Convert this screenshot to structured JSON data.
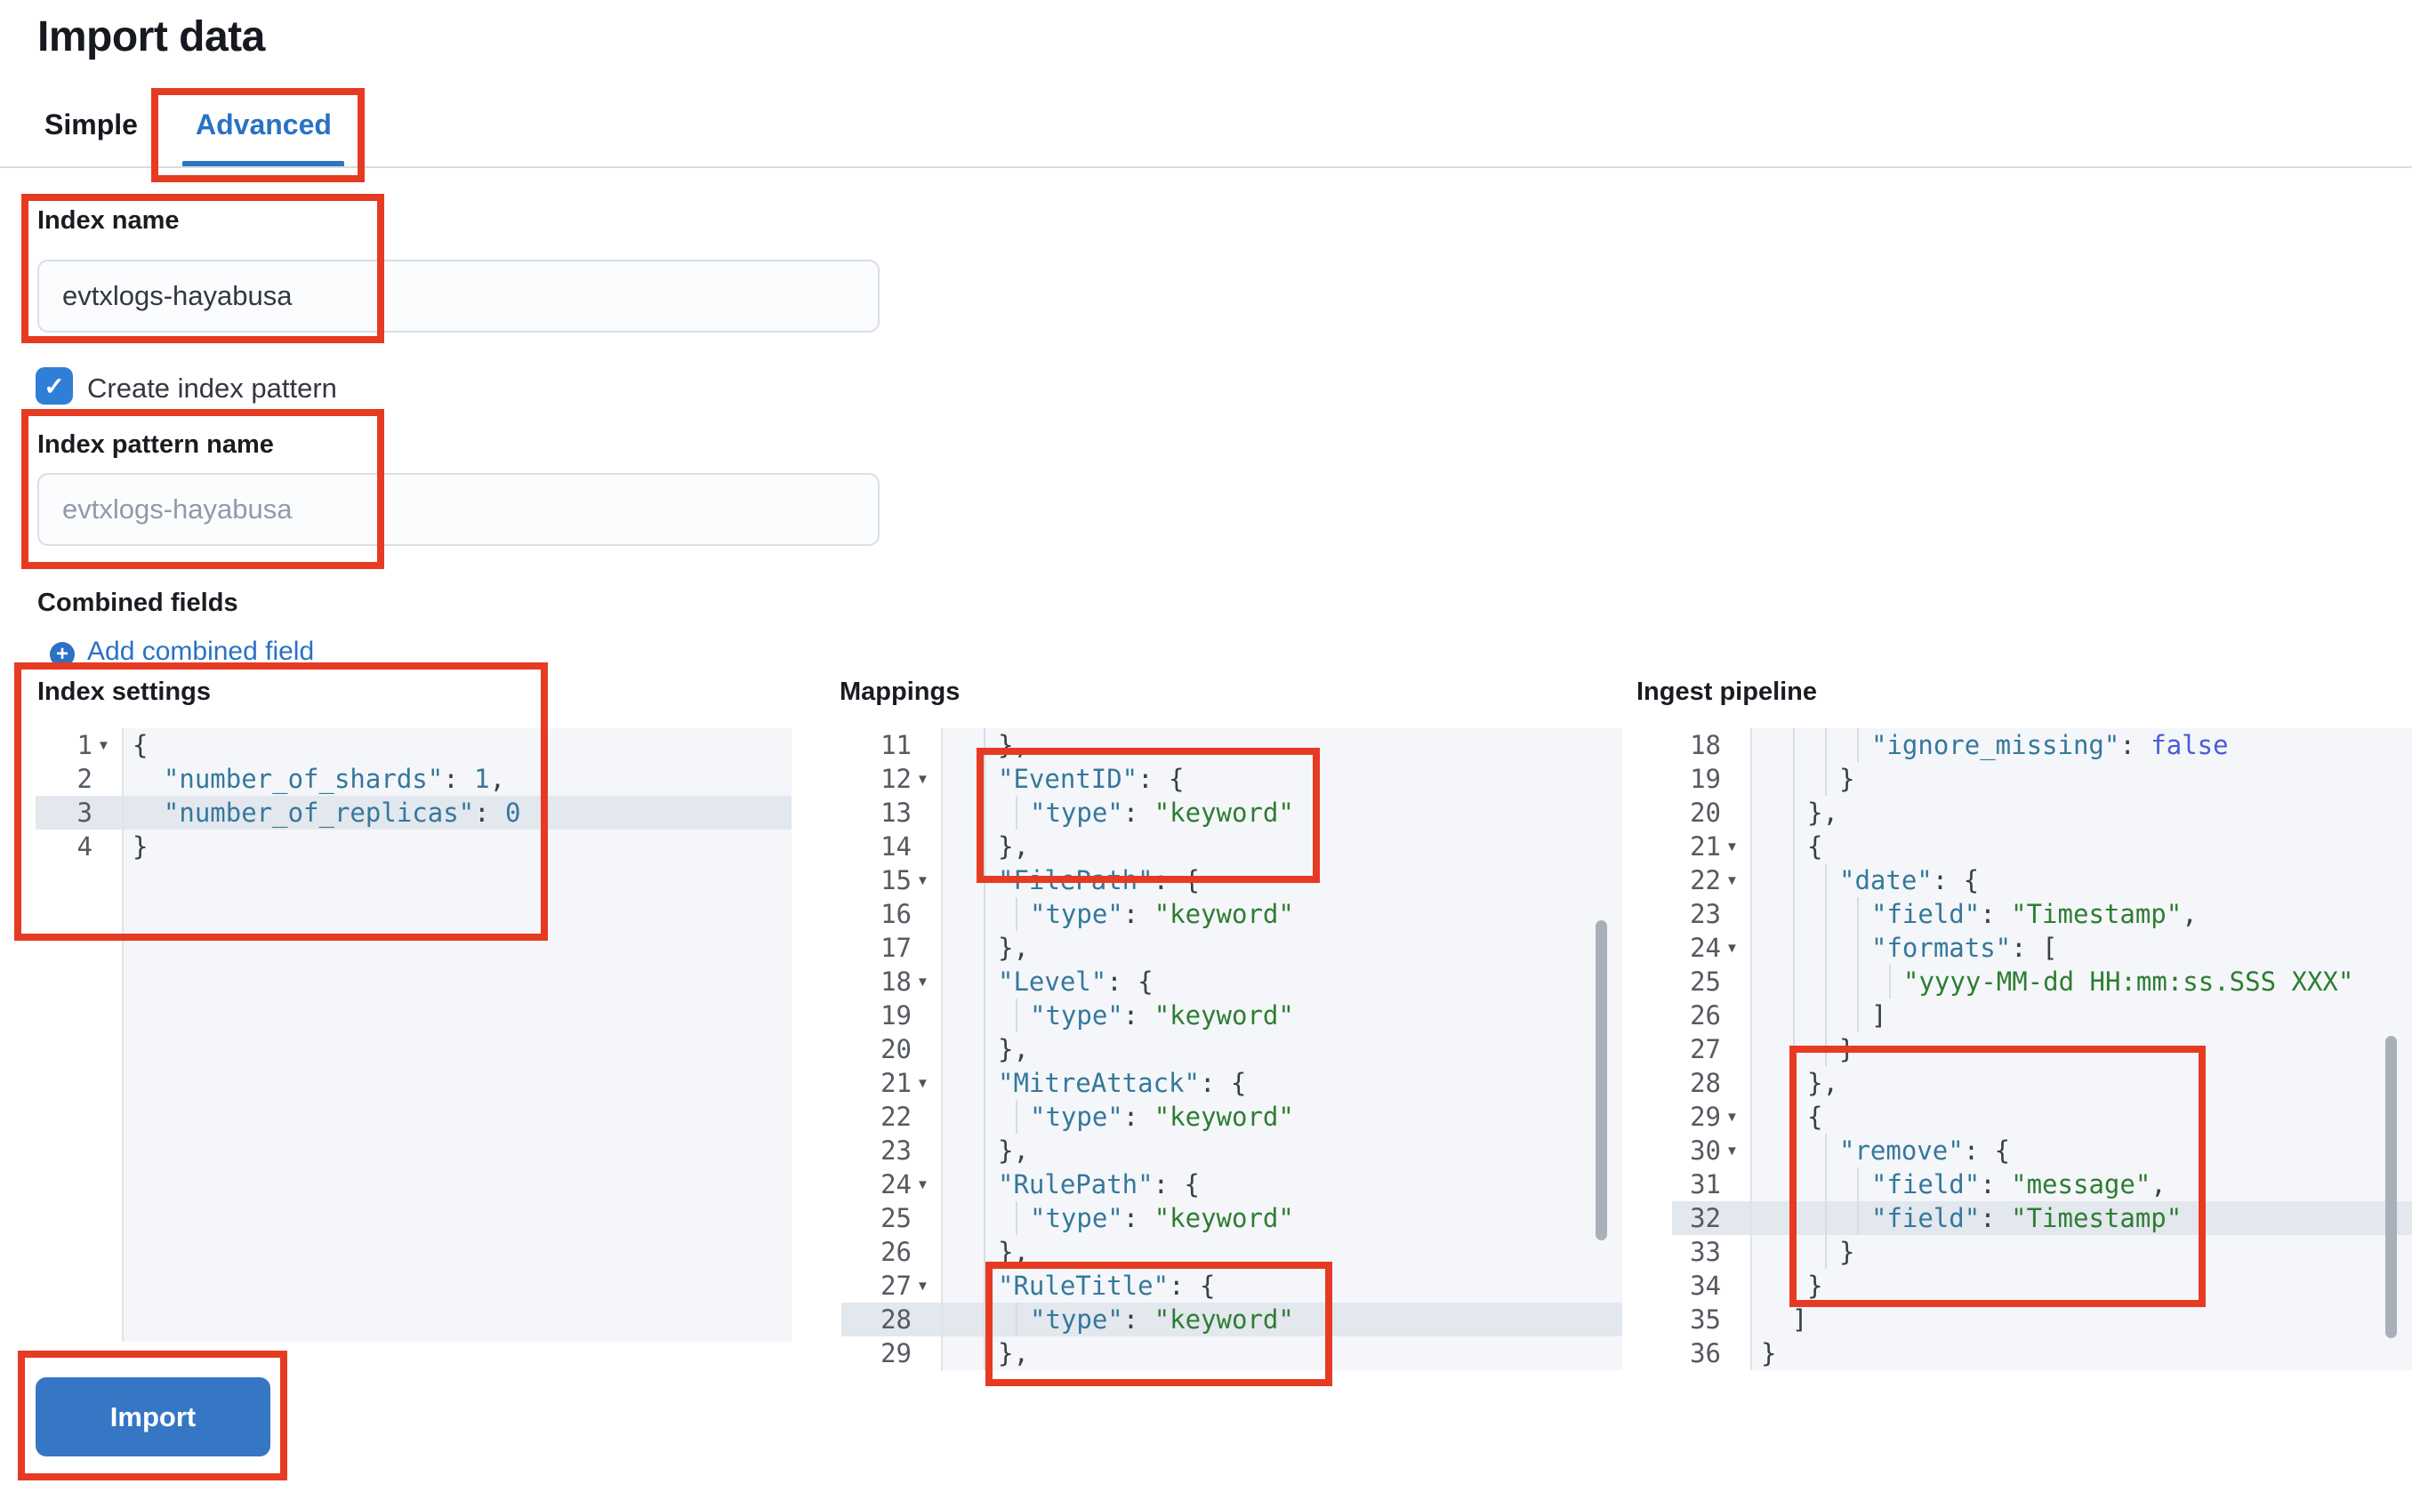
{
  "page": {
    "title": "Import data"
  },
  "tabs": {
    "simple": "Simple",
    "advanced": "Advanced"
  },
  "form": {
    "index_name": {
      "label": "Index name",
      "value": "evtxlogs-hayabusa"
    },
    "create_index_pattern": {
      "label": "Create index pattern",
      "checked": true,
      "check_glyph": "✓"
    },
    "index_pattern_name": {
      "label": "Index pattern name",
      "placeholder": "evtxlogs-hayabusa"
    },
    "combined_fields": {
      "label": "Combined fields",
      "add_link": "Add combined field",
      "plus_glyph": "+"
    }
  },
  "editors": {
    "index_settings": {
      "label": "Index settings",
      "lines": [
        {
          "n": "1",
          "a": true,
          "t": "{"
        },
        {
          "n": "2",
          "t": "  \"number_of_shards\": 1,"
        },
        {
          "n": "3",
          "t": "  \"number_of_replicas\": 0",
          "hl": true
        },
        {
          "n": "4",
          "t": "}"
        }
      ]
    },
    "mappings": {
      "label": "Mappings",
      "lines": [
        {
          "n": "11",
          "g": 1,
          "t": "},"
        },
        {
          "n": "12",
          "a": true,
          "g": 1,
          "t": "\"EventID\": {"
        },
        {
          "n": "13",
          "g": 2,
          "t": "\"type\": \"keyword\""
        },
        {
          "n": "14",
          "g": 1,
          "t": "},"
        },
        {
          "n": "15",
          "a": true,
          "g": 1,
          "t": "\"FilePath\": {"
        },
        {
          "n": "16",
          "g": 2,
          "t": "\"type\": \"keyword\""
        },
        {
          "n": "17",
          "g": 1,
          "t": "},"
        },
        {
          "n": "18",
          "a": true,
          "g": 1,
          "t": "\"Level\": {"
        },
        {
          "n": "19",
          "g": 2,
          "t": "\"type\": \"keyword\""
        },
        {
          "n": "20",
          "g": 1,
          "t": "},"
        },
        {
          "n": "21",
          "a": true,
          "g": 1,
          "t": "\"MitreAttack\": {"
        },
        {
          "n": "22",
          "g": 2,
          "t": "\"type\": \"keyword\""
        },
        {
          "n": "23",
          "g": 1,
          "t": "},"
        },
        {
          "n": "24",
          "a": true,
          "g": 1,
          "t": "\"RulePath\": {"
        },
        {
          "n": "25",
          "g": 2,
          "t": "\"type\": \"keyword\""
        },
        {
          "n": "26",
          "g": 1,
          "t": "},"
        },
        {
          "n": "27",
          "a": true,
          "g": 1,
          "t": "\"RuleTitle\": {"
        },
        {
          "n": "28",
          "g": 2,
          "t": "\"type\": \"keyword\"",
          "hl": true
        },
        {
          "n": "29",
          "g": 1,
          "t": "},"
        }
      ]
    },
    "ingest_pipeline": {
      "label": "Ingest pipeline",
      "lines": [
        {
          "n": "18",
          "g": 3,
          "t": "\"ignore_missing\": false"
        },
        {
          "n": "19",
          "g": 2,
          "t": "}"
        },
        {
          "n": "20",
          "g": 1,
          "t": "},"
        },
        {
          "n": "21",
          "a": true,
          "g": 1,
          "t": "{"
        },
        {
          "n": "22",
          "a": true,
          "g": 2,
          "t": "\"date\": {"
        },
        {
          "n": "23",
          "g": 3,
          "t": "\"field\": \"Timestamp\","
        },
        {
          "n": "24",
          "a": true,
          "g": 3,
          "t": "\"formats\": ["
        },
        {
          "n": "25",
          "g": 4,
          "t": "\"yyyy-MM-dd HH:mm:ss.SSS XXX\""
        },
        {
          "n": "26",
          "g": 3,
          "t": "]"
        },
        {
          "n": "27",
          "g": 2,
          "t": "}"
        },
        {
          "n": "28",
          "g": 1,
          "t": "},"
        },
        {
          "n": "29",
          "a": true,
          "g": 1,
          "t": "{"
        },
        {
          "n": "30",
          "a": true,
          "g": 2,
          "t": "\"remove\": {"
        },
        {
          "n": "31",
          "g": 3,
          "t": "\"field\": \"message\","
        },
        {
          "n": "32",
          "g": 3,
          "t": "\"field\": \"Timestamp\"",
          "hl": true
        },
        {
          "n": "33",
          "g": 2,
          "t": "}"
        },
        {
          "n": "34",
          "g": 1,
          "t": "}"
        },
        {
          "n": "35",
          "t": "  ]"
        },
        {
          "n": "36",
          "t": "}"
        }
      ]
    }
  },
  "import_button": {
    "label": "Import"
  },
  "colors": {
    "annotation_red": "#e63b22",
    "accent_blue": "#2b71c4",
    "button_blue": "#3577c5",
    "checkbox_blue": "#2f7fd6",
    "code_key": "#35789b",
    "code_string": "#2e7d32",
    "code_number": "#35789b",
    "code_boolean": "#4a5bd6",
    "highlight_row": "#e3e7ee",
    "editor_bg": "#f4f6f9"
  }
}
